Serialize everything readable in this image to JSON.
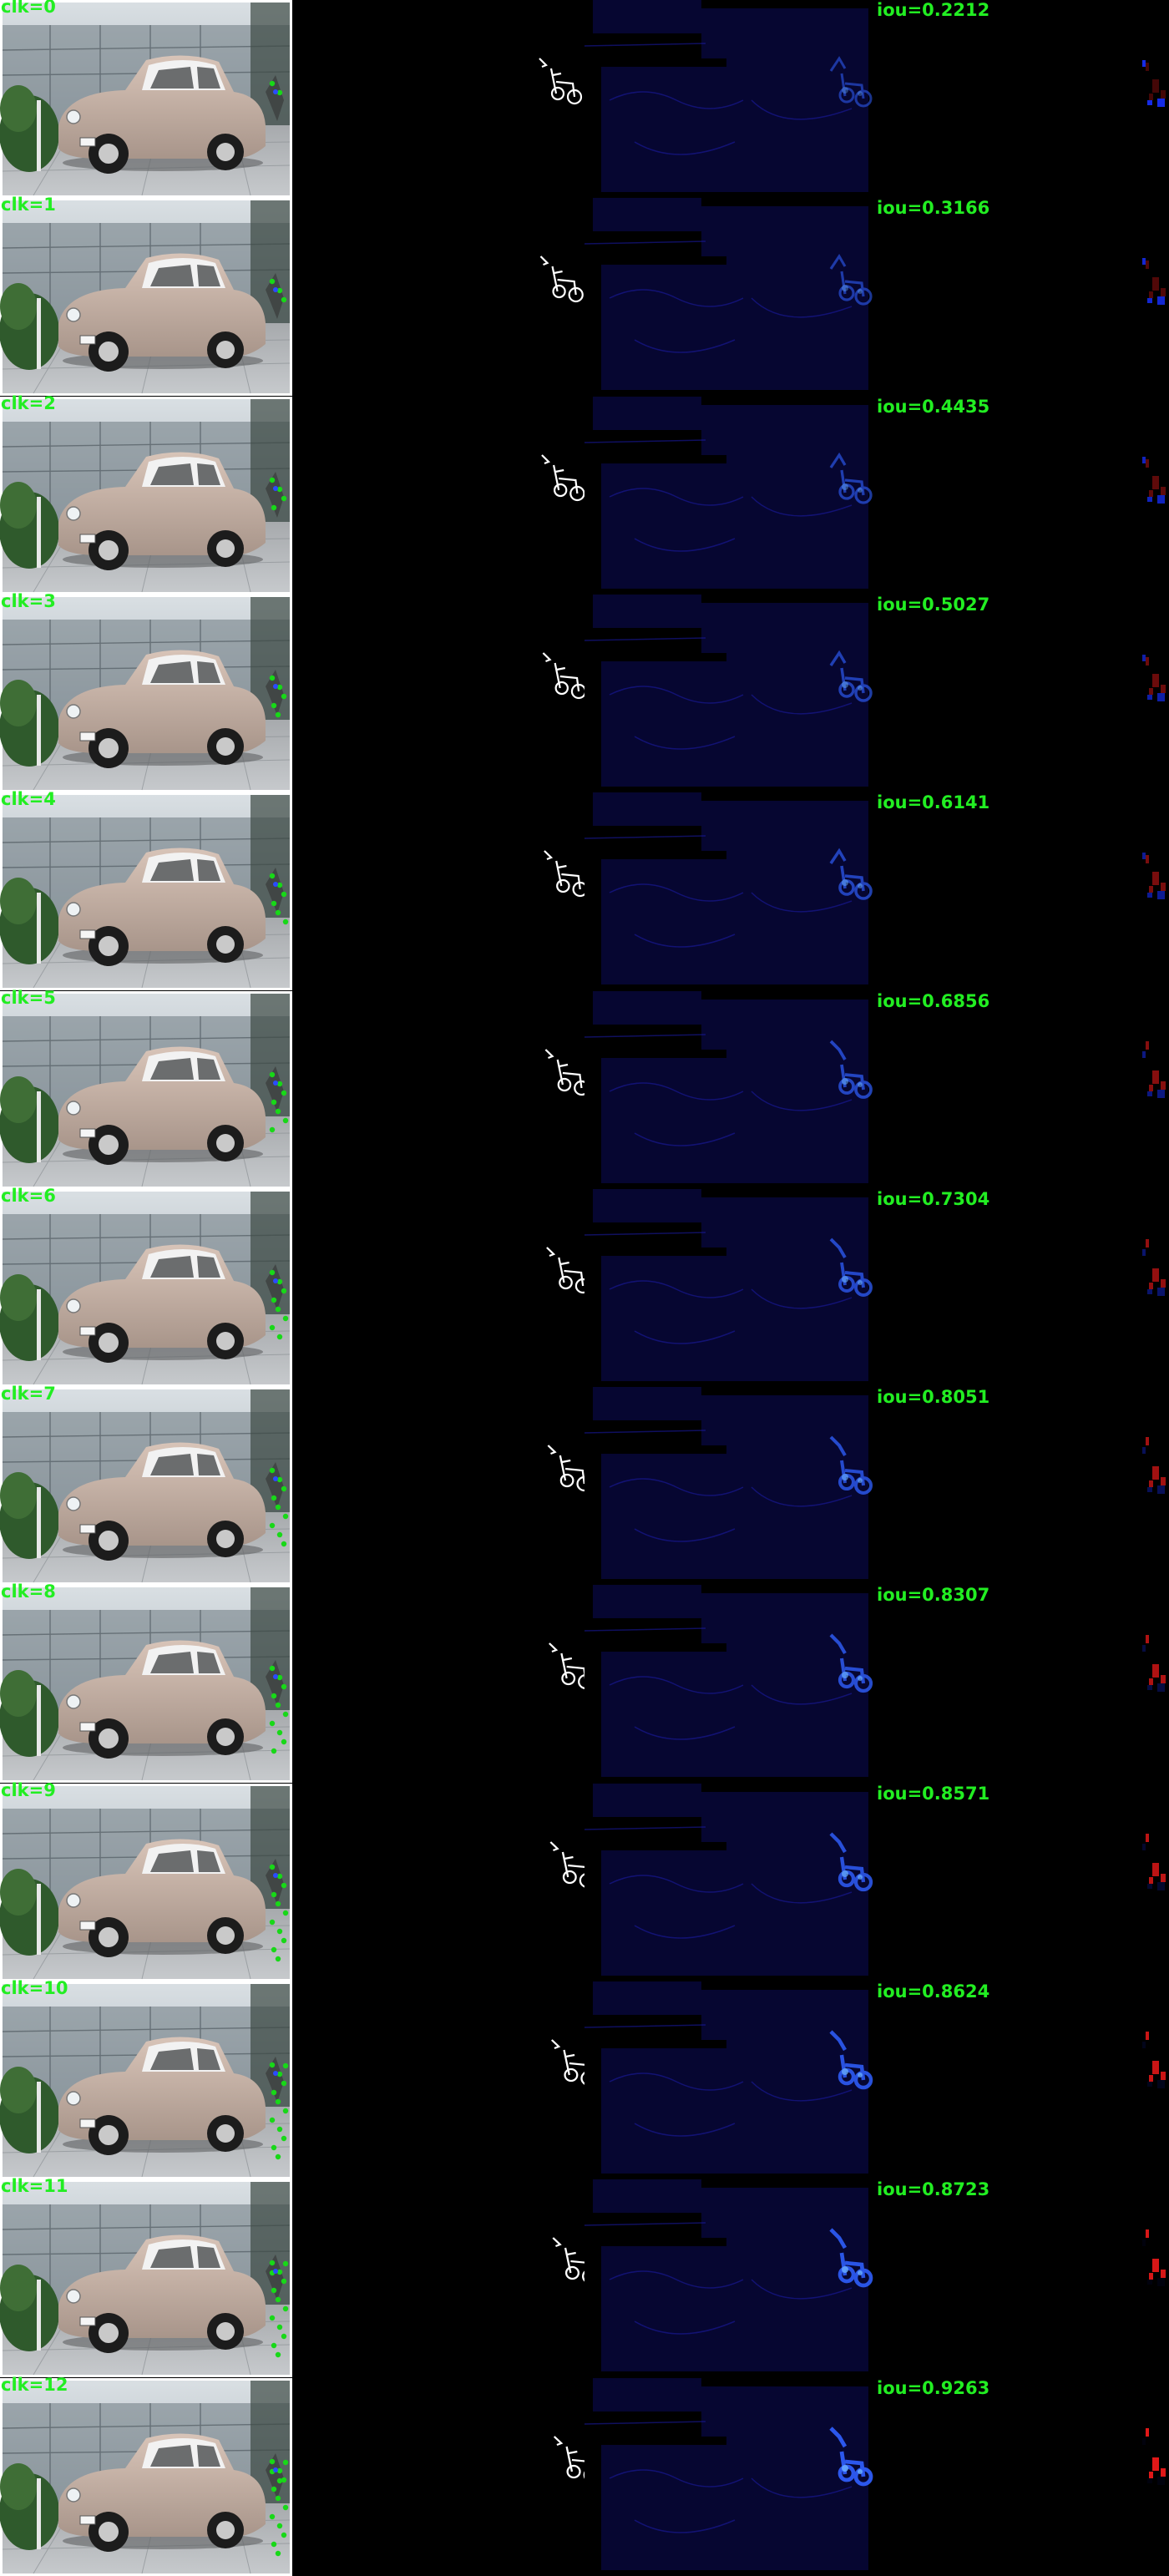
{
  "colors": {
    "label": "#22ee22",
    "background": "#000000",
    "car": "#c8b2a6"
  },
  "rows": [
    {
      "clk": "clk=0",
      "iou": "iou=0.2212",
      "clicks": 2
    },
    {
      "clk": "clk=1",
      "iou": "iou=0.3166",
      "clicks": 3
    },
    {
      "clk": "clk=2",
      "iou": "iou=0.4435",
      "clicks": 4
    },
    {
      "clk": "clk=3",
      "iou": "iou=0.5027",
      "clicks": 5
    },
    {
      "clk": "clk=4",
      "iou": "iou=0.6141",
      "clicks": 6
    },
    {
      "clk": "clk=5",
      "iou": "iou=0.6856",
      "clicks": 7
    },
    {
      "clk": "clk=6",
      "iou": "iou=0.7304",
      "clicks": 8
    },
    {
      "clk": "clk=7",
      "iou": "iou=0.8051",
      "clicks": 9
    },
    {
      "clk": "clk=8",
      "iou": "iou=0.8307",
      "clicks": 10
    },
    {
      "clk": "clk=9",
      "iou": "iou=0.8571",
      "clicks": 11
    },
    {
      "clk": "clk=10",
      "iou": "iou=0.8624",
      "clicks": 12
    },
    {
      "clk": "clk=11",
      "iou": "iou=0.8723",
      "clicks": 13
    },
    {
      "clk": "clk=12",
      "iou": "iou=0.9263",
      "clicks": 14
    }
  ]
}
